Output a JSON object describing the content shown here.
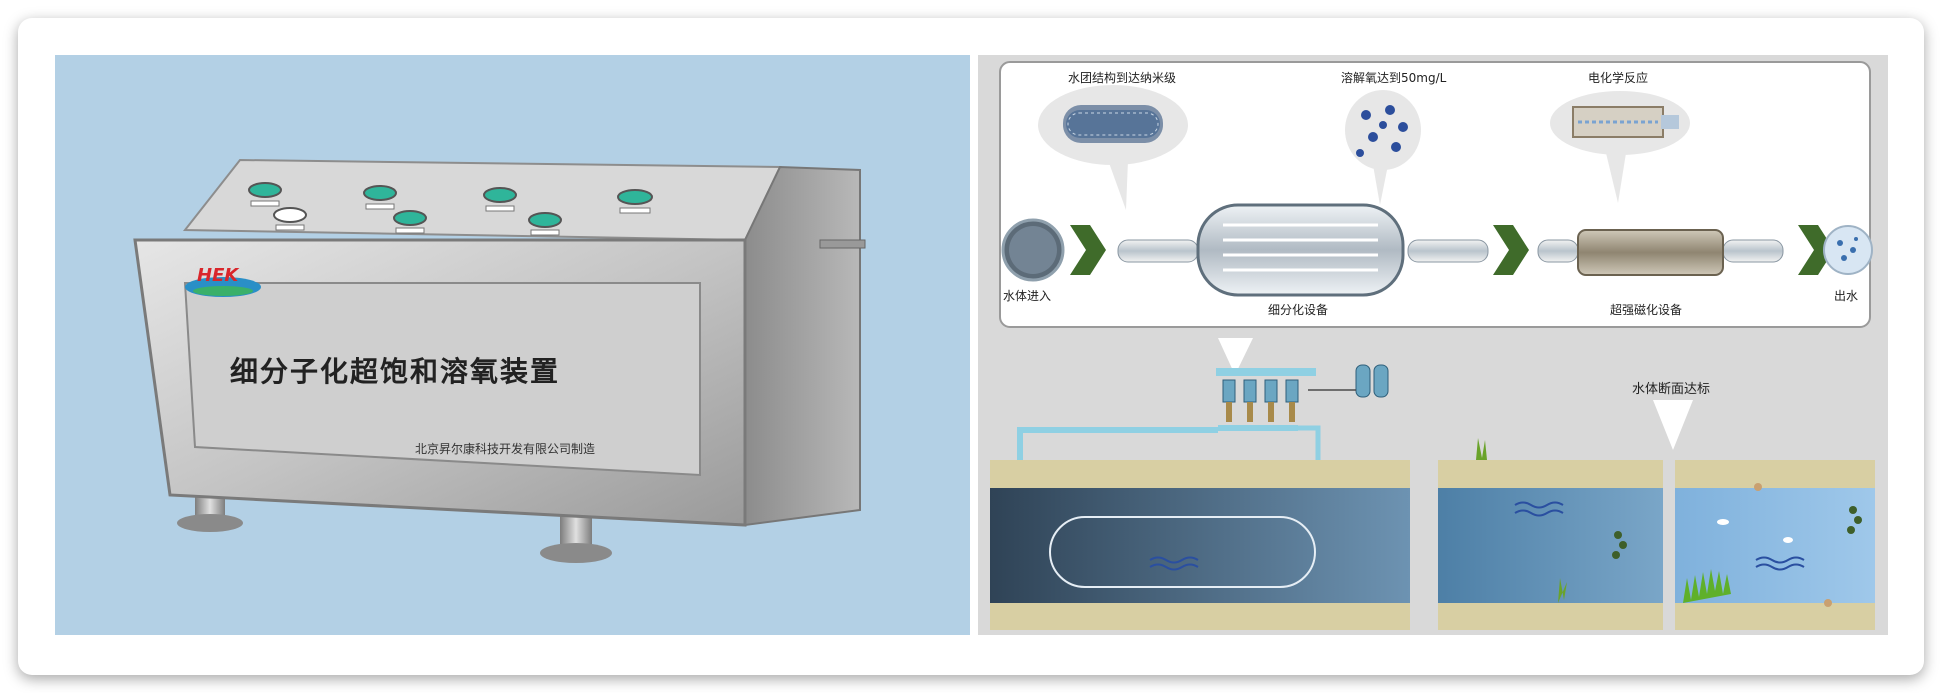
{
  "device": {
    "title": "细分子化超饱和溶氧装置",
    "logo": "HEK",
    "manufacturer": "北京昇尔康科技开发有限公司制造"
  },
  "process": {
    "callout_nano": "水团结构到达纳米级",
    "callout_oxygen": "溶解氧达到50mg/L",
    "callout_electro": "电化学反应",
    "inlet": "水体进入",
    "outlet": "出水",
    "device1": "细分化设备",
    "device2": "超强磁化设备"
  },
  "scene": {
    "standard_label": "水体断面达标"
  },
  "colors": {
    "panel_left_bg": "#b3d0e5",
    "panel_right_bg": "#d9d9d9",
    "arrow_green": "#3f6b2a",
    "water": "#5f8fb8",
    "bank": "#d8cfa3"
  }
}
